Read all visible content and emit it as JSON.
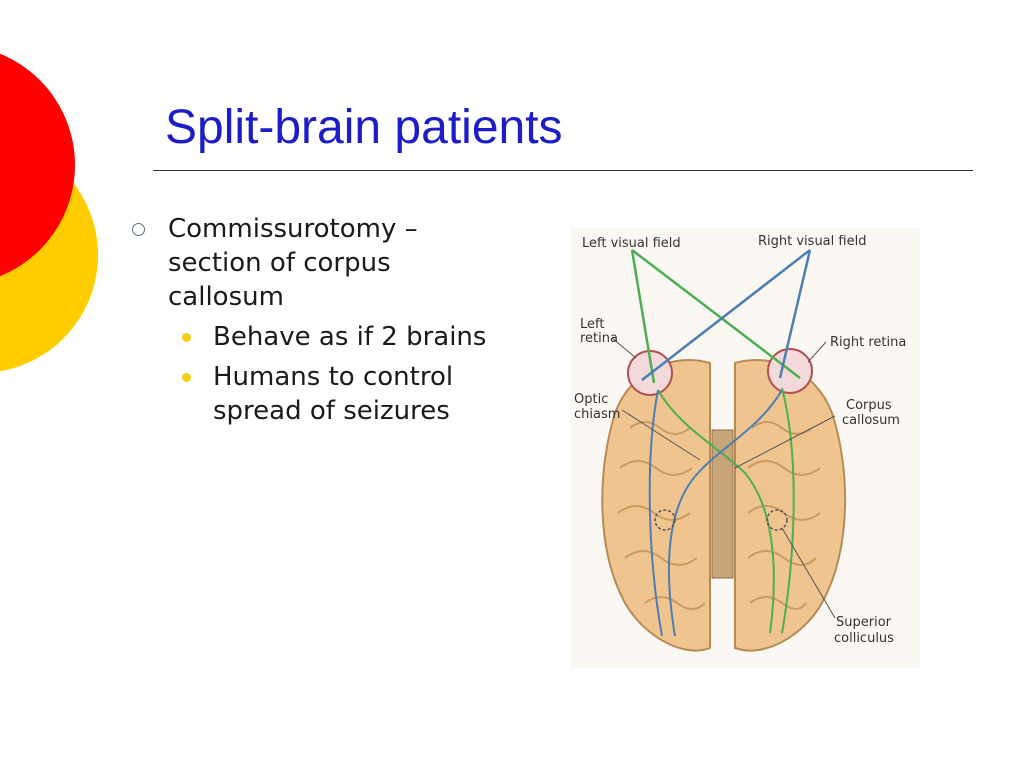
{
  "slide": {
    "title": "Split-brain patients",
    "bullets": [
      {
        "text": "Commissurotomy – section of corpus callosum",
        "sub": [
          "Behave as if 2 brains",
          "Humans to control spread of seizures"
        ]
      }
    ]
  },
  "figure": {
    "labels": {
      "left_visual_field": "Left visual field",
      "right_visual_field": "Right  visual field",
      "left_retina_1": "Left",
      "left_retina_2": "retina",
      "right_retina": "Right retina",
      "optic_chiasm_1": "Optic",
      "optic_chiasm_2": "chiasm",
      "corpus_callosum_1": "Corpus",
      "corpus_callosum_2": "callosum",
      "superior_colliculus_1": "Superior",
      "superior_colliculus_2": "colliculus"
    }
  },
  "colors": {
    "title": "#1c1cc8",
    "red_circle": "#ff0000",
    "yellow_circle": "#ffcc00",
    "bullet_dot": "#f2cd19",
    "green_path": "#4caf50",
    "blue_path": "#4a7fb5",
    "brain": "#f0c48e"
  }
}
